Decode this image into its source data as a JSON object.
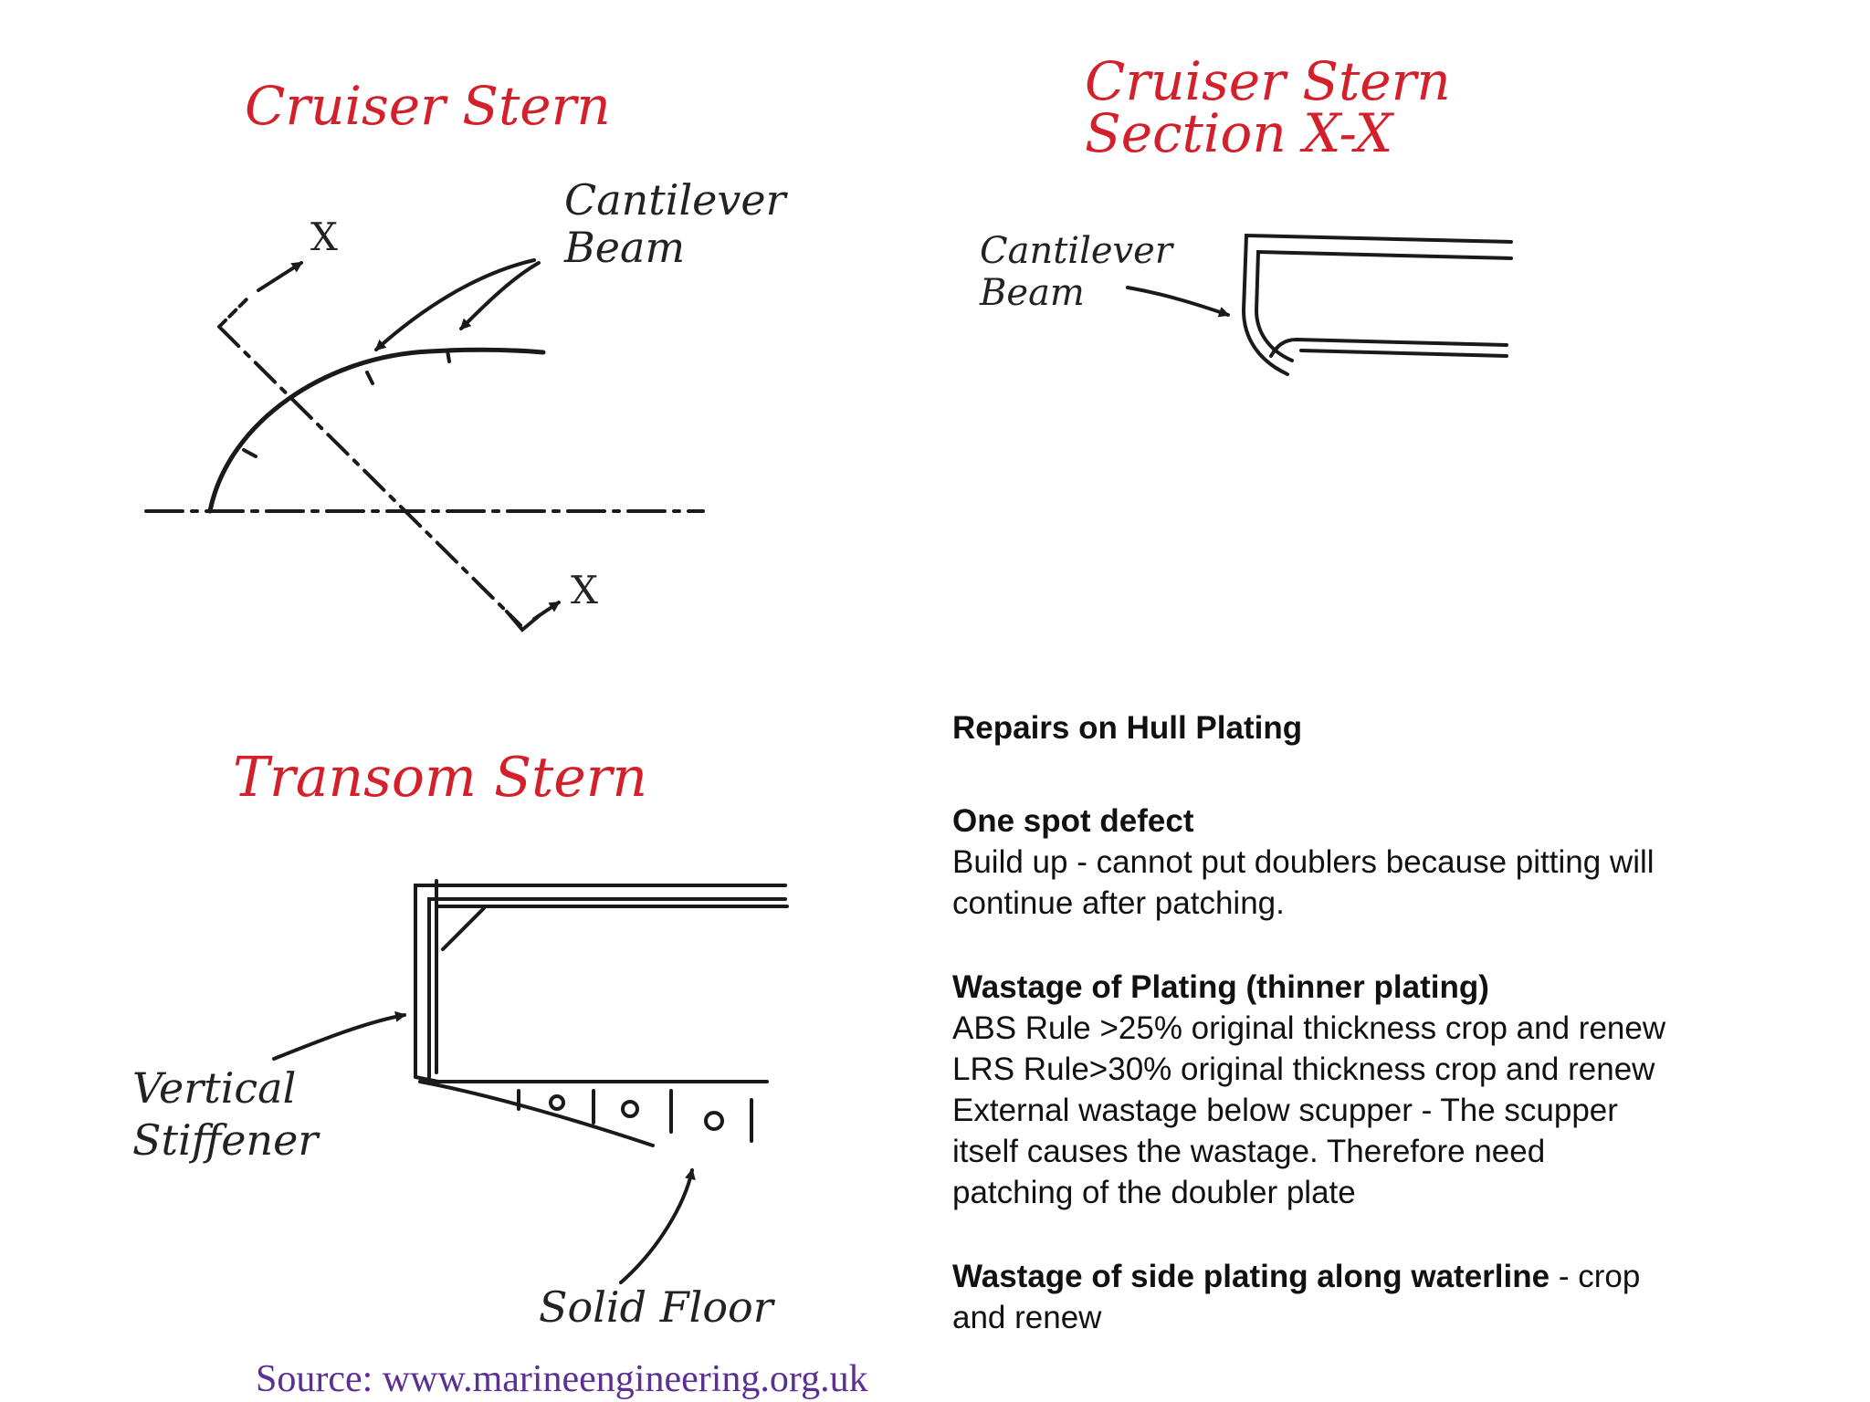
{
  "diagrams": {
    "cruiser_stern": {
      "title": "Cruiser Stern",
      "label_cantilever_line1": "Cantilever",
      "label_cantilever_line2": "Beam",
      "axis_label_top": "X",
      "axis_label_bottom": "X"
    },
    "cruiser_stern_section": {
      "title_line1": "Cruiser Stern",
      "title_line2": "Section X-X",
      "label_cantilever_line1": "Cantilever",
      "label_cantilever_line2": "Beam"
    },
    "transom_stern": {
      "title": "Transom Stern",
      "label_stiffener_line1": "Vertical",
      "label_stiffener_line2": "Stiffener",
      "label_floor": "Solid Floor"
    }
  },
  "notes": {
    "heading": "Repairs on Hull Plating",
    "sections": [
      {
        "title": "One spot defect",
        "lines": [
          "Build up - cannot put doublers because pitting will",
          "continue after patching."
        ]
      },
      {
        "title": "Wastage of Plating (thinner plating)",
        "lines": [
          "ABS Rule >25% original thickness crop and renew",
          "LRS Rule>30% original thickness crop and renew",
          "External wastage below scupper - The scupper",
          "itself causes the wastage. Therefore need",
          "patching of the doubler plate"
        ]
      },
      {
        "title": "Wastage of side plating along waterline",
        "title_suffix": " - crop",
        "lines": [
          "and renew"
        ]
      }
    ]
  },
  "source": "Source: www.marineengineering.org.uk",
  "colors": {
    "title_red": "#d4202a",
    "ink": "#222222",
    "source_purple": "#5c2f92"
  }
}
